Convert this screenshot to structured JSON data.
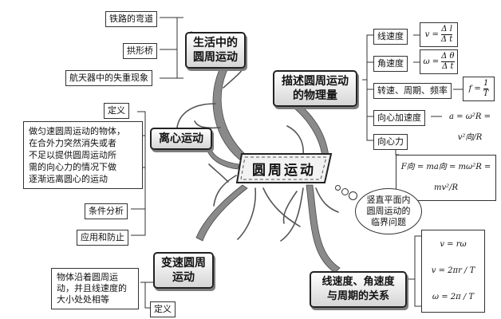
{
  "center": {
    "label": "圆周运动"
  },
  "life": {
    "title": [
      "生活中的",
      "圆周运动"
    ],
    "items": [
      "铁路的弯道",
      "拱形桥",
      "航天器中的失重现象"
    ]
  },
  "centrifugal": {
    "title": "离心运动",
    "definition_label": "定义",
    "definition_lines": [
      "做匀速圆周运动的物体，",
      "在合外力突然消失或者",
      "不足以提供圆周运动所",
      "需的向心力的情况下做",
      "逐渐远离圆心的运动"
    ],
    "conditions": "条件分析",
    "application": "应用和防止"
  },
  "variable": {
    "title": [
      "变速圆周",
      "运动"
    ],
    "definition_lines": [
      "物体沿着圆周运",
      "动，并且线速度的",
      "大小处处相等"
    ],
    "definition_label": "定义"
  },
  "physical": {
    "title": [
      "描述圆周运动",
      "的物理量"
    ],
    "linear_velocity": {
      "label": "线速度",
      "lhs": "v =",
      "num": "Δ l",
      "den": "Δ t"
    },
    "angular_velocity": {
      "label": "角速度",
      "lhs": "ω =",
      "num": "Δ θ",
      "den": "Δ t"
    },
    "period": {
      "label": "转速、周期、频率",
      "lhs": "f =",
      "num": "1",
      "den": "T"
    },
    "centripetal_acc": {
      "label": "向心加速度",
      "formula": "a = ω²R = v²向/R"
    },
    "centripetal_force": {
      "label": "向心力",
      "formula": "F向 = ma向 = mω²R = mv²/R"
    }
  },
  "bubble": {
    "lines": [
      "竖直平面内",
      "圆周运动的",
      "临界问题"
    ]
  },
  "relation": {
    "title": [
      "线速度、角速度",
      "与周期的关系"
    ],
    "formulas": [
      "v = rω",
      "v = 2πr / T",
      "ω = 2π / T"
    ]
  }
}
